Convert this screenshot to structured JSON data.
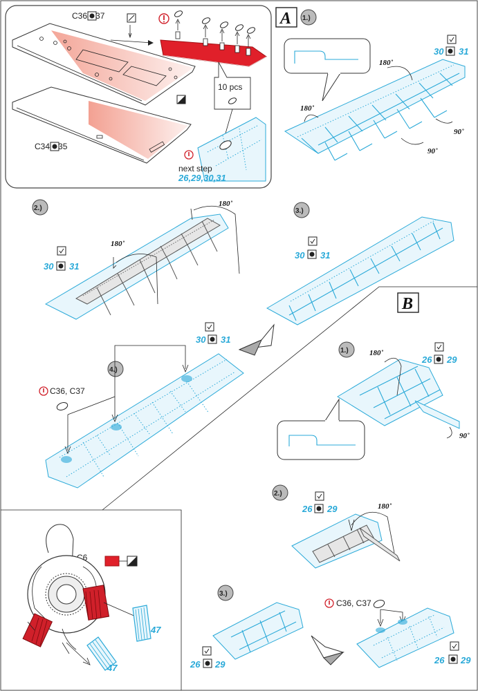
{
  "diagram": {
    "section_a": {
      "letter": "A",
      "overview": {
        "upper_parts": "C36 C37",
        "lower_parts": "C34 C35",
        "count_label": "10 pcs",
        "next_step_label": "next step",
        "next_step_refs": "26,29,30,31"
      },
      "step1": {
        "label": "1.)",
        "parts": [
          "30",
          "31"
        ],
        "angle_a": "180˚",
        "angle_b": "180˚",
        "angle_c": "90˚",
        "angle_d": "90˚"
      },
      "step2": {
        "label": "2.)",
        "parts": [
          "30",
          "31"
        ],
        "angle_a": "180˚",
        "angle_b": "180˚"
      },
      "step3": {
        "label": "3.)",
        "parts": [
          "30",
          "31"
        ]
      },
      "step4": {
        "label": "4.)",
        "parts": [
          "30",
          "31"
        ],
        "glue_parts": "C36, C37"
      }
    },
    "section_b": {
      "letter": "B",
      "step1": {
        "label": "1.)",
        "parts": [
          "26",
          "29"
        ],
        "angle_a": "180˚",
        "angle_b": "90˚"
      },
      "step2": {
        "label": "2.)",
        "parts": [
          "26",
          "29"
        ],
        "angle_a": "180˚"
      },
      "step3": {
        "label": "3.)",
        "parts": [
          "26",
          "29"
        ],
        "parts_after": [
          "26",
          "29"
        ],
        "glue_parts": "C36, C37"
      }
    },
    "engine": {
      "part": "C6",
      "pe_left": "47",
      "pe_right": "47"
    },
    "colors": {
      "photoetch": "#29a9d8",
      "red_part": "#e0202a",
      "pink_area": "#f08a78"
    }
  }
}
